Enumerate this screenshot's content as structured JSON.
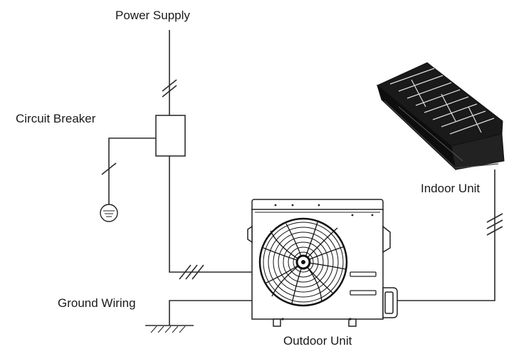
{
  "labels": {
    "power_supply": "Power Supply",
    "circuit_breaker": "Circuit Breaker",
    "indoor_unit": "Indoor Unit",
    "ground_wiring": "Ground Wiring",
    "outdoor_unit": "Outdoor Unit"
  },
  "colors": {
    "line": "#2b2b2b",
    "unit_outline": "#222222",
    "indoor_unit_body": "#141414",
    "background": "#ffffff"
  },
  "icons": [
    "ground-symbol-icon",
    "earth-ground-icon",
    "fan-grille-icon"
  ]
}
